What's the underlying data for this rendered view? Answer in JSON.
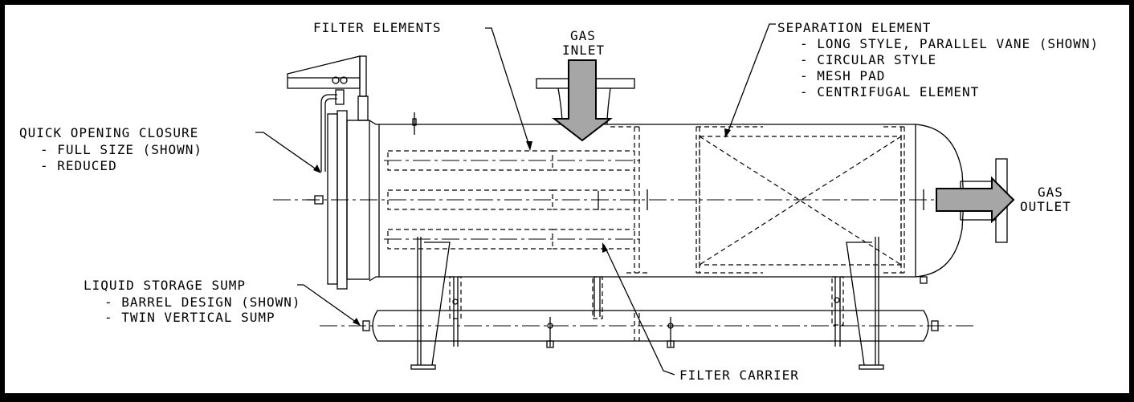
{
  "labels": {
    "filter_elements": "FILTER ELEMENTS",
    "gas_inlet_line1": "GAS",
    "gas_inlet_line2": "INLET",
    "separation_element": "SEPARATION ELEMENT",
    "separation_options": [
      "- LONG STYLE, PARALLEL VANE (SHOWN)",
      "- CIRCULAR STYLE",
      "- MESH PAD",
      "- CENTRIFUGAL ELEMENT"
    ],
    "quick_opening_closure": "QUICK OPENING CLOSURE",
    "closure_options": [
      "- FULL SIZE (SHOWN)",
      "- REDUCED"
    ],
    "gas_outlet_line1": "GAS",
    "gas_outlet_line2": "OUTLET",
    "liquid_storage_sump": "LIQUID STORAGE SUMP",
    "sump_options": [
      "- BARREL DESIGN (SHOWN)",
      "- TWIN VERTICAL SUMP"
    ],
    "filter_carrier": "FILTER CARRIER"
  }
}
